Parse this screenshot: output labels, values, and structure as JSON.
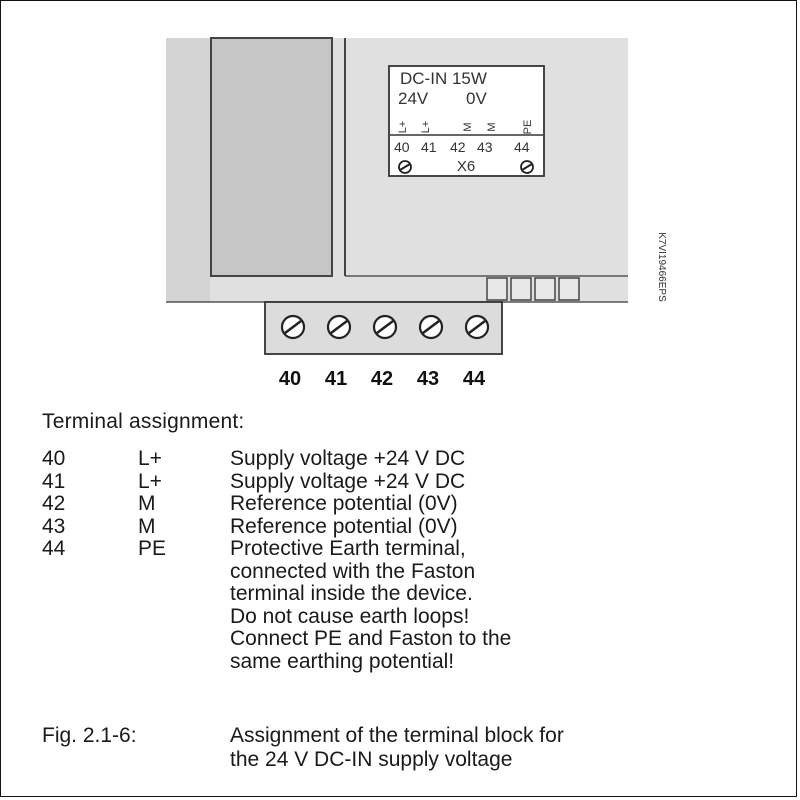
{
  "device": {
    "label_line1": "DC-IN 15W",
    "label_voltage_24": "24V",
    "label_voltage_0": "0V",
    "insert_symbols": [
      "L+",
      "L+",
      "M",
      "M",
      "PE"
    ],
    "insert_numbers": [
      "40",
      "41",
      "42",
      "43",
      "44"
    ],
    "connector_name": "X6",
    "side_code": "K7VI19466EPS"
  },
  "terminal_block": {
    "numbers": [
      "40",
      "41",
      "42",
      "43",
      "44"
    ]
  },
  "section_title": "Terminal assignment:",
  "assignments": [
    {
      "number": "40",
      "symbol": "L+",
      "description": "Supply voltage +24 V DC"
    },
    {
      "number": "41",
      "symbol": "L+",
      "description": "Supply voltage +24 V DC"
    },
    {
      "number": "42",
      "symbol": "M",
      "description": "Reference potential (0V)"
    },
    {
      "number": "43",
      "symbol": "M",
      "description": "Reference potential (0V)"
    },
    {
      "number": "44",
      "symbol": "PE",
      "description": "Protective Earth terminal,\nconnected with the Faston\nterminal inside the device.\nDo not cause earth loops!\nConnect PE and Faston to the\nsame earthing potential!"
    }
  ],
  "caption": {
    "number": "Fig. 2.1-6:",
    "text": "Assignment of the terminal block for\nthe 24 V DC-IN supply voltage"
  }
}
